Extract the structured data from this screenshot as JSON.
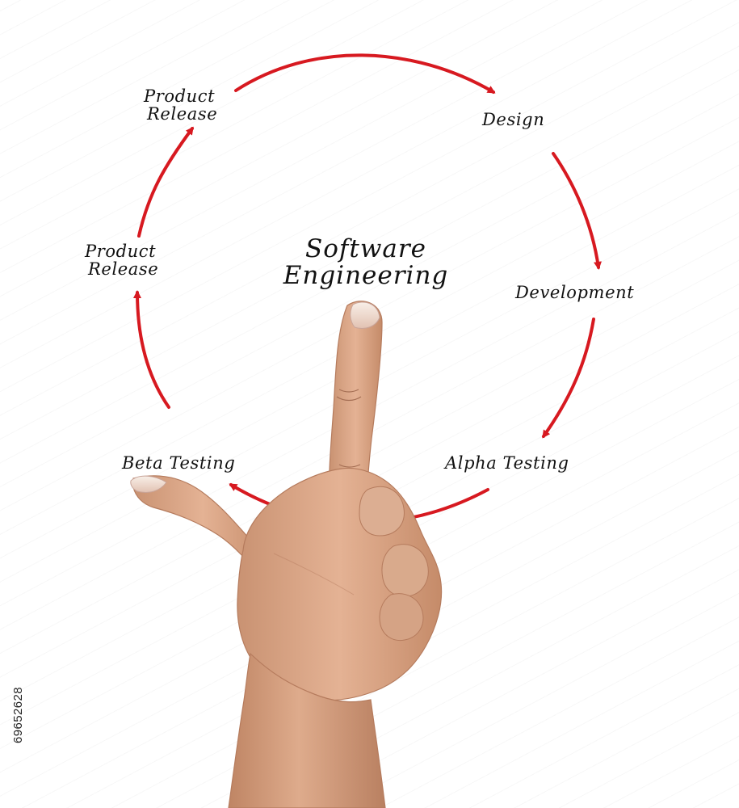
{
  "diagram": {
    "center_title": {
      "line1": "Software",
      "line2": "Engineering"
    },
    "nodes": {
      "product_release_top": {
        "line1": "Product",
        "line2": "Release"
      },
      "design": {
        "label": "Design"
      },
      "development": {
        "label": "Development"
      },
      "alpha_testing": {
        "label": "Alpha Testing"
      },
      "beta_testing": {
        "label": "Beta Testing"
      },
      "product_release_left": {
        "line1": "Product",
        "line2": "Release"
      }
    },
    "arrow_color": "#d71920"
  },
  "stock_image_id": "69652628"
}
